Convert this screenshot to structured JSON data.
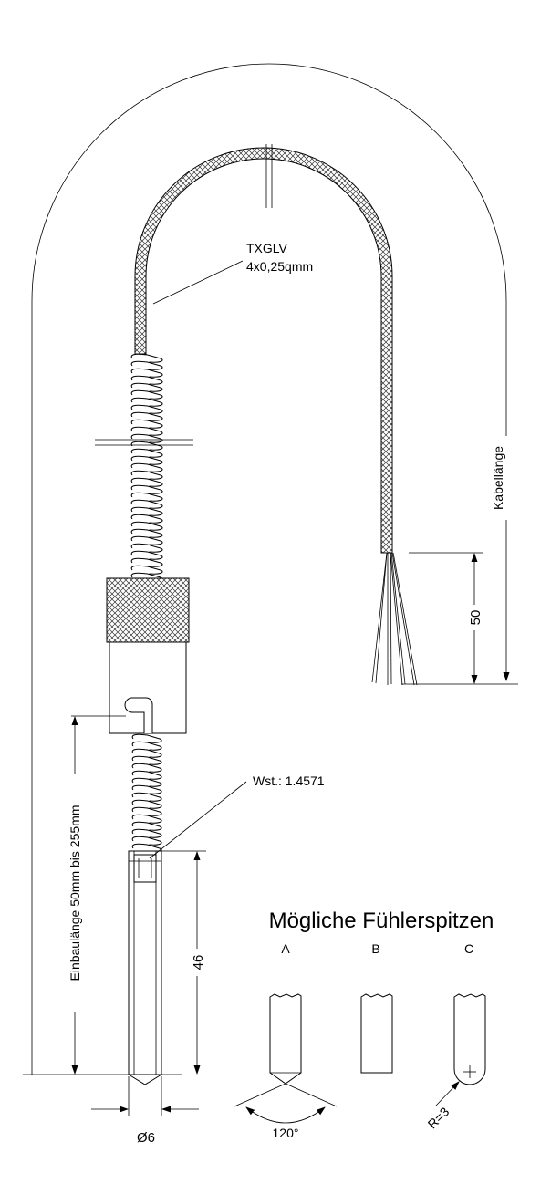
{
  "labels": {
    "cable_type": "TXGLV",
    "cable_spec": "4x0,25qmm",
    "material": "Wst.: 1.4571",
    "cable_length": "Kabellänge",
    "wire_length": "50",
    "insert_length": "Einbaulänge 50mm bis 255mm",
    "tube_length": "46",
    "diameter": "Ø6",
    "tips_title": "Mögliche Fühlerspitzen",
    "tip_a": "A",
    "tip_b": "B",
    "tip_c": "C",
    "angle": "120°",
    "radius": "R=3"
  }
}
